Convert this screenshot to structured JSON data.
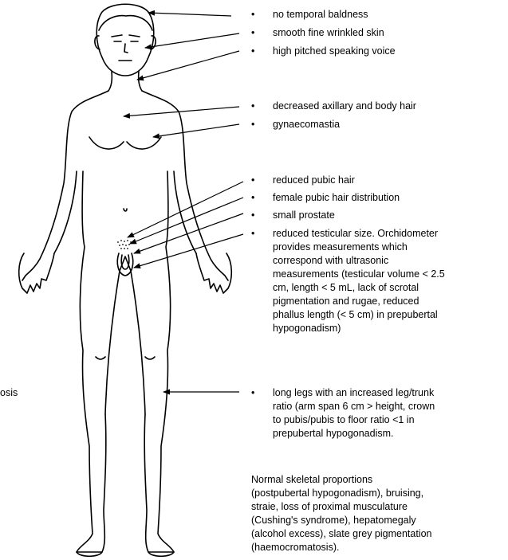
{
  "labels": [
    {
      "text": "no temporal baldness"
    },
    {
      "text": "smooth fine wrinkled skin"
    },
    {
      "text": "high pitched speaking voice"
    },
    {
      "text": "decreased axillary and body hair"
    },
    {
      "text": "gynaecomastia"
    },
    {
      "text": "reduced pubic hair"
    },
    {
      "text": "female pubic hair distribution"
    },
    {
      "text": "small prostate"
    },
    {
      "lines": [
        "reduced testicular size. Orchidometer",
        "provides measurements which",
        "correspond with ultrasonic",
        "measurements (testicular volume < 2.5",
        "cm, length < 5 mL, lack of scrotal",
        "pigmentation and rugae, reduced",
        "phallus length (< 5 cm) in prepubertal",
        "hypogonadism)"
      ]
    },
    {
      "lines": [
        "long legs with an increased leg/trunk",
        "ratio (arm span 6 cm > height, crown",
        "to pubis/pubis to floor ratio <1 in",
        "prepubertal hypogonadism."
      ]
    }
  ],
  "bullet_symbol": "•",
  "left_fragment": "osis",
  "note_lines": [
    "Normal skeletal proportions",
    "(postpubertal hypogonadism), bruising,",
    "straie, loss of proximal musculature",
    "(Cushing's syndrome), hepatomegaly",
    "(alcohol excess), slate grey pigmentation",
    "(haemocromatosis)."
  ]
}
